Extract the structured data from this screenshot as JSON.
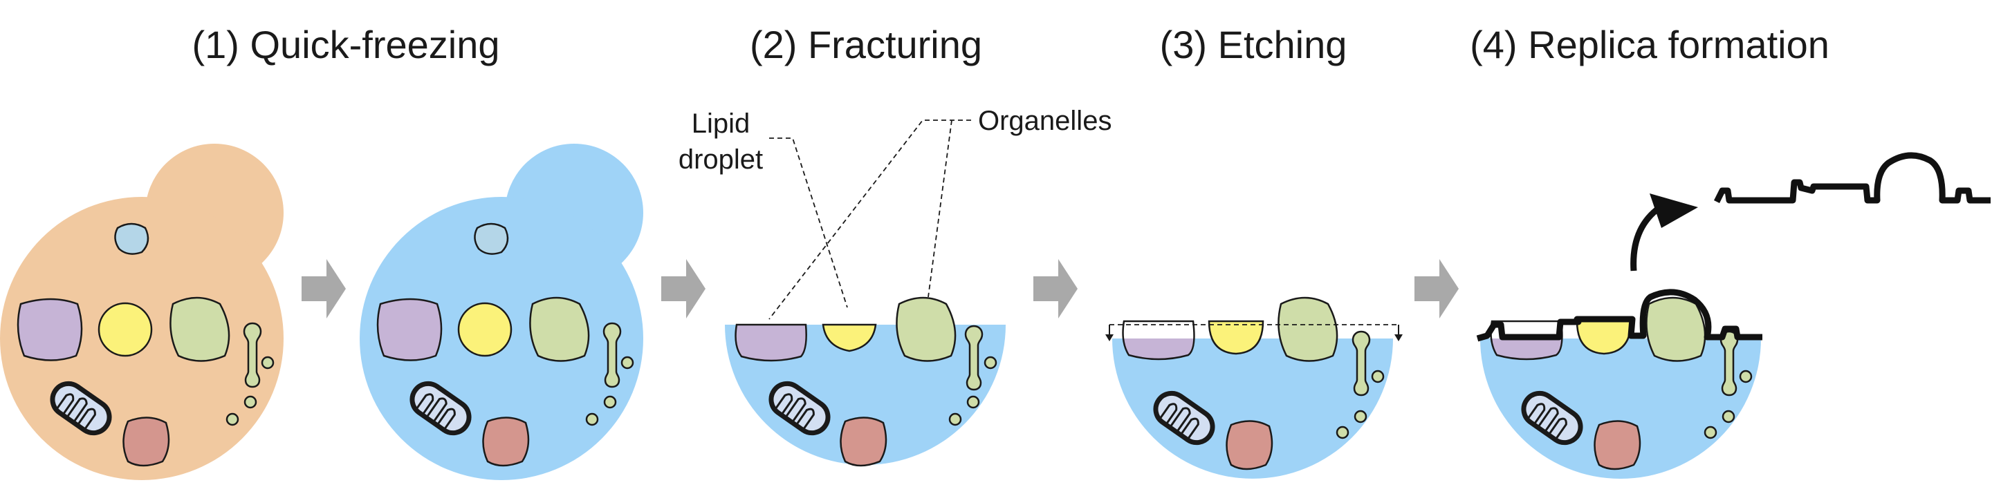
{
  "steps": [
    {
      "label": "(1) Quick-freezing"
    },
    {
      "label": "(2) Fracturing"
    },
    {
      "label": "(3) Etching"
    },
    {
      "label": "(4) Replica formation"
    }
  ],
  "annotations": {
    "lipid_droplet_line1": "Lipid",
    "lipid_droplet_line2": "droplet",
    "organelles": "Organelles"
  },
  "colors": {
    "cell_unfrozen": "#f1c9a0",
    "cell_frozen": "#9fd3f7",
    "organelle_purple": "#c6b4d6",
    "lipid_droplet_yellow": "#fbf27a",
    "organelle_green": "#cfdda9",
    "organelle_blue": "#b4d6e8",
    "organelle_rose": "#d4968e",
    "mitochondrion": "#d3dff2",
    "replica": "#111111",
    "process_arrow": "#a9a9a9"
  },
  "icons": {
    "process_arrow": "chevron-arrow",
    "replica_lift_arrow": "curved-arrow",
    "etch_direction": "down-arrow"
  }
}
